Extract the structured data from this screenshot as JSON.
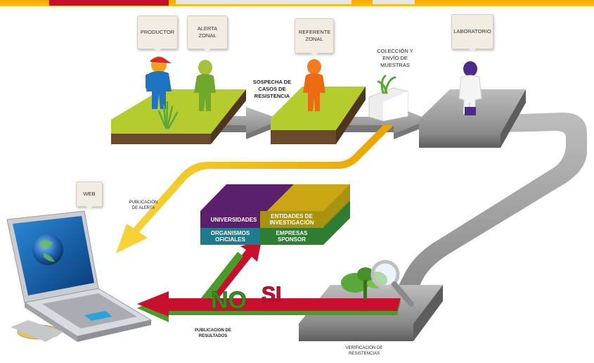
{
  "callouts": {
    "productor": "PRODUCTOR",
    "alerta_zonal": "ALERTA ZONAL",
    "referente_zonal": "REFERENTE ZONAL",
    "laboratorio": "LABORATORIO",
    "web": "WEB"
  },
  "labels": {
    "sospecha": "SOSPECHA DE CASOS DE RESISTENCIA",
    "coleccion": "COLECCIÓN Y ENVÍO DE MUESTRAS",
    "publicacion_alerta": "PUBLICACIÓN DE ALERTA",
    "publicacion_resultados": "PUBLICACION DE RESULTADOS",
    "verificacion": "VERIFICACIÓN DE RESISTENCIAS",
    "no": "NO",
    "si": "SI"
  },
  "boxes": {
    "universidades": "UNIVERSIDADES",
    "entidades": "ENTIDADES DE INVESTIGACIÓN",
    "organismos": "ORGANISMOS OFICIALES",
    "empresas": "EMPRESAS SPONSOR"
  },
  "colors": {
    "grass": "#b6cc2e",
    "soil": "#6b4a2b",
    "platform_grey": "#8c8c8c",
    "arrow_yellow": "#f2b705",
    "arrow_red": "#c8102e",
    "arrow_green": "#4d9a2a",
    "purple": "#5b1f6e",
    "olive": "#a8920f",
    "teal": "#1f7a8c",
    "dark_green": "#2e7d32"
  }
}
